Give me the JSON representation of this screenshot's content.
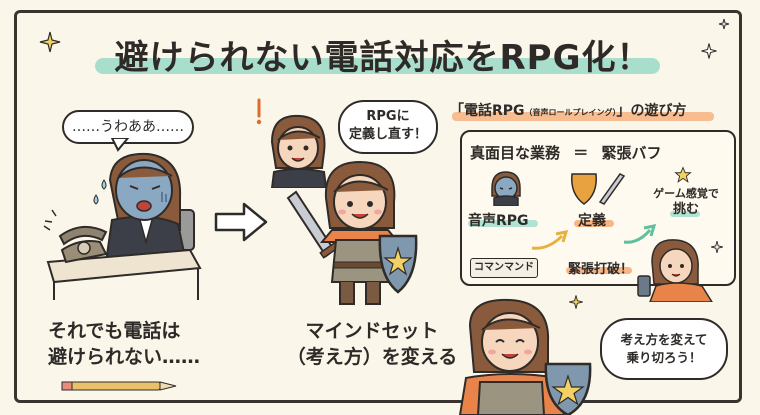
{
  "title": "避けられない電話対応をRPG化！",
  "left_panel": {
    "speech": "……うわああ……",
    "caption_line1": "それでも電話は",
    "caption_line2": "避けられない……"
  },
  "middle_panel": {
    "speech_line1": "RPGに",
    "speech_line2": "定義し直す！",
    "caption_line1": "マインドセット",
    "caption_line2": "（考え方）を変える"
  },
  "right_panel": {
    "heading_prefix": "「電話RPG",
    "heading_small": "（音声ロールプレイング）",
    "heading_suffix": "」の遊び方",
    "equation_left": "真面目な業務",
    "equation_sign": "＝",
    "equation_right": "緊張バフ",
    "step1_label": "音声RPG",
    "step2_label": "定義",
    "step3_line1": "ゲーム感覚で",
    "step3_line2": "挑む",
    "command_label": "コマンマンド",
    "command_action": "緊張打破！",
    "bottom_speech_line1": "考え方を変えて",
    "bottom_speech_line2": "乗り切ろう！"
  },
  "colors": {
    "accent_mint": "#9fdcc8",
    "accent_orange": "#f7a46b",
    "ink": "#2f2b28",
    "paper": "#fbf6ea"
  }
}
